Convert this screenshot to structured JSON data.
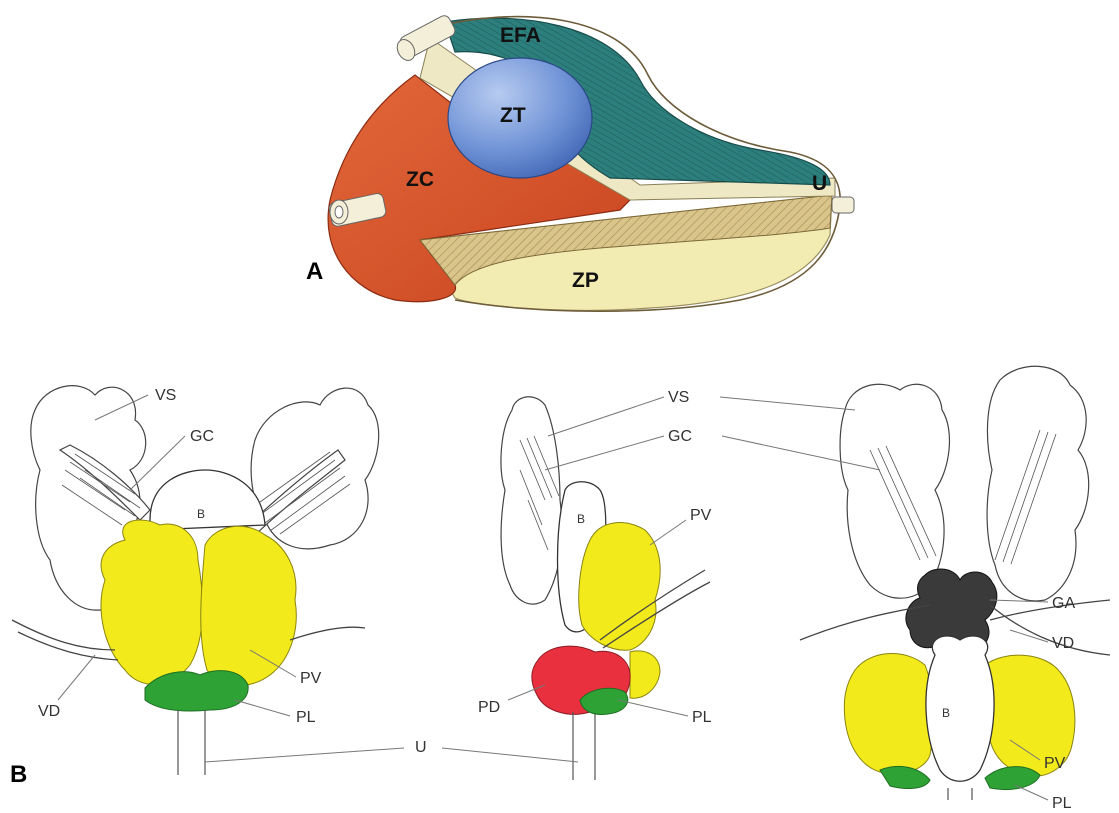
{
  "panels": {
    "a": "A",
    "b": "B"
  },
  "diagram_a": {
    "labels": {
      "efa": "EFA",
      "zt": "ZT",
      "zc": "ZC",
      "u": "U",
      "zp": "ZP"
    }
  },
  "diagram_b": {
    "left": {
      "vs": "VS",
      "gc": "GC",
      "b": "B",
      "pv": "PV",
      "pl": "PL",
      "vd": "VD"
    },
    "middle": {
      "vs": "VS",
      "gc": "GC",
      "b": "B",
      "pv": "PV",
      "pd": "PD",
      "pl": "PL"
    },
    "right": {
      "ga": "GA",
      "vd": "VD",
      "b": "B",
      "pv": "PV",
      "pl": "PL"
    },
    "shared_u": "U"
  },
  "colors": {
    "efa": "#2a7d7a",
    "zt": "#6f92d6",
    "zc": "#d8542a",
    "zp": "#f3ecb2",
    "pv": "#f2ea1a",
    "pl": "#2fa236",
    "pd": "#e8303e",
    "ga": "#3a3a3a"
  }
}
